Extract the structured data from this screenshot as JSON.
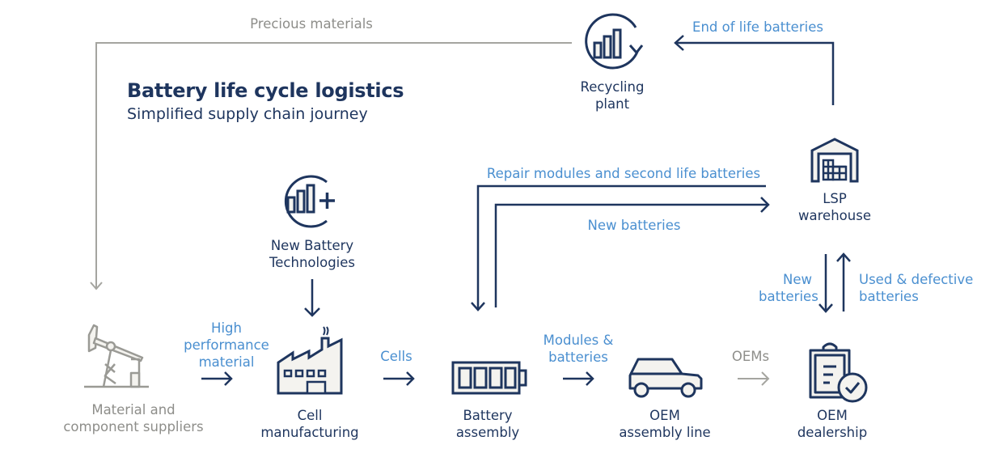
{
  "header": {
    "title": "Battery life cycle logistics",
    "subtitle": "Simplified supply chain journey"
  },
  "colors": {
    "navy": "#1e355e",
    "flow_blue": "#4a8fd0",
    "gray": "#8e8e8a",
    "icon_fill": "#f4f3ef"
  },
  "nodes": {
    "recycling": {
      "line1": "Recycling",
      "line2": "plant",
      "icon": "recycling-chart-icon"
    },
    "new_tech": {
      "line1": "New Battery",
      "line2": "Technologies",
      "icon": "chart-plus-icon"
    },
    "suppliers": {
      "line1": "Material and",
      "line2": "component suppliers",
      "icon": "oil-pump-icon"
    },
    "cell_mfg": {
      "line1": "Cell",
      "line2": "manufacturing",
      "icon": "factory-icon"
    },
    "battery_assembly": {
      "line1": "Battery",
      "line2": "assembly",
      "icon": "battery-icon"
    },
    "oem_line": {
      "line1": "OEM",
      "line2": "assembly line",
      "icon": "car-icon"
    },
    "oem_dealer": {
      "line1": "OEM",
      "line2": "dealership",
      "icon": "clipboard-check-icon"
    },
    "lsp": {
      "line1": "LSP",
      "line2": "warehouse",
      "icon": "warehouse-icon"
    }
  },
  "flows": {
    "precious": "Precious materials",
    "end_of_life": "End of life batteries",
    "repair": "Repair modules and second life batteries",
    "new_batteries_top": "New batteries",
    "new_batteries_dealer_1": "New",
    "new_batteries_dealer_2": "batteries",
    "used_1": "Used & defective",
    "used_2": "batteries",
    "high_perf_1": "High",
    "high_perf_2": "performance",
    "high_perf_3": "material",
    "cells": "Cells",
    "modules_1": "Modules &",
    "modules_2": "batteries",
    "oems": "OEMs"
  }
}
